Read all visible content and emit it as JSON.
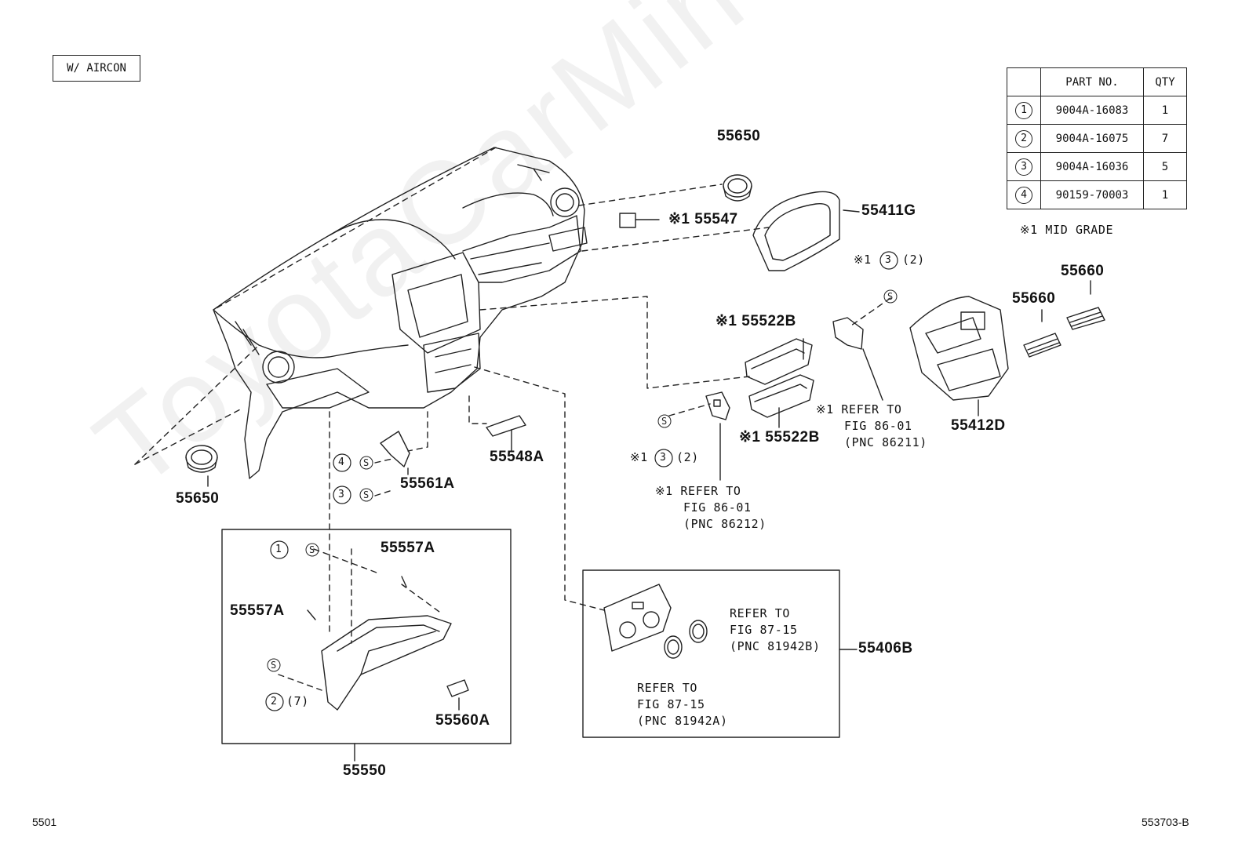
{
  "header": {
    "tag": "W/ AIRCON"
  },
  "parts_table": {
    "columns": [
      "",
      "PART NO.",
      "QTY"
    ],
    "rows": [
      {
        "ref": "1",
        "part_no": "9004A-16083",
        "qty": "1"
      },
      {
        "ref": "2",
        "part_no": "9004A-16075",
        "qty": "7"
      },
      {
        "ref": "3",
        "part_no": "9004A-16036",
        "qty": "5"
      },
      {
        "ref": "4",
        "part_no": "90159-70003",
        "qty": "1"
      }
    ],
    "footnote": "※1 MID GRADE"
  },
  "labels": {
    "p55650_top": "55650",
    "p55547": "※1 55547",
    "p55411g": "55411G",
    "p55650_left": "55650",
    "p55522b_top": "※1 55522B",
    "p55522b_bottom": "※1 55522B",
    "p55660_a": "55660",
    "p55660_b": "55660",
    "p55412d": "55412D",
    "p55548a": "55548A",
    "p55561a": "55561A",
    "p55557a_right": "55557A",
    "p55557a_left": "55557A",
    "p55560a": "55560A",
    "p55550": "55550",
    "p55406b": "55406B"
  },
  "callouts": {
    "c3_right": {
      "mark": "※1",
      "num": "3",
      "qty": "(2)"
    },
    "c3_mid": {
      "mark": "※1",
      "num": "3",
      "qty": "(2)"
    },
    "c4_left": {
      "num": "4"
    },
    "c3_left": {
      "num": "3"
    },
    "c1_box": {
      "num": "1"
    },
    "c2_box": {
      "num": "2",
      "qty": "(7)"
    }
  },
  "notes": {
    "refer_86211": [
      "※1 REFER TO",
      "FIG 86-01",
      "(PNC 86211)"
    ],
    "refer_86212": [
      "※1 REFER TO",
      "FIG 86-01",
      "(PNC 86212)"
    ],
    "refer_81942b": [
      "REFER TO",
      "FIG 87-15",
      "(PNC 81942B)"
    ],
    "refer_81942a": [
      "REFER TO",
      "FIG 87-15",
      "(PNC 81942A)"
    ]
  },
  "footer": {
    "page": "5501",
    "illustration_id": "553703-B"
  },
  "watermark": "ToyotaCarMine"
}
